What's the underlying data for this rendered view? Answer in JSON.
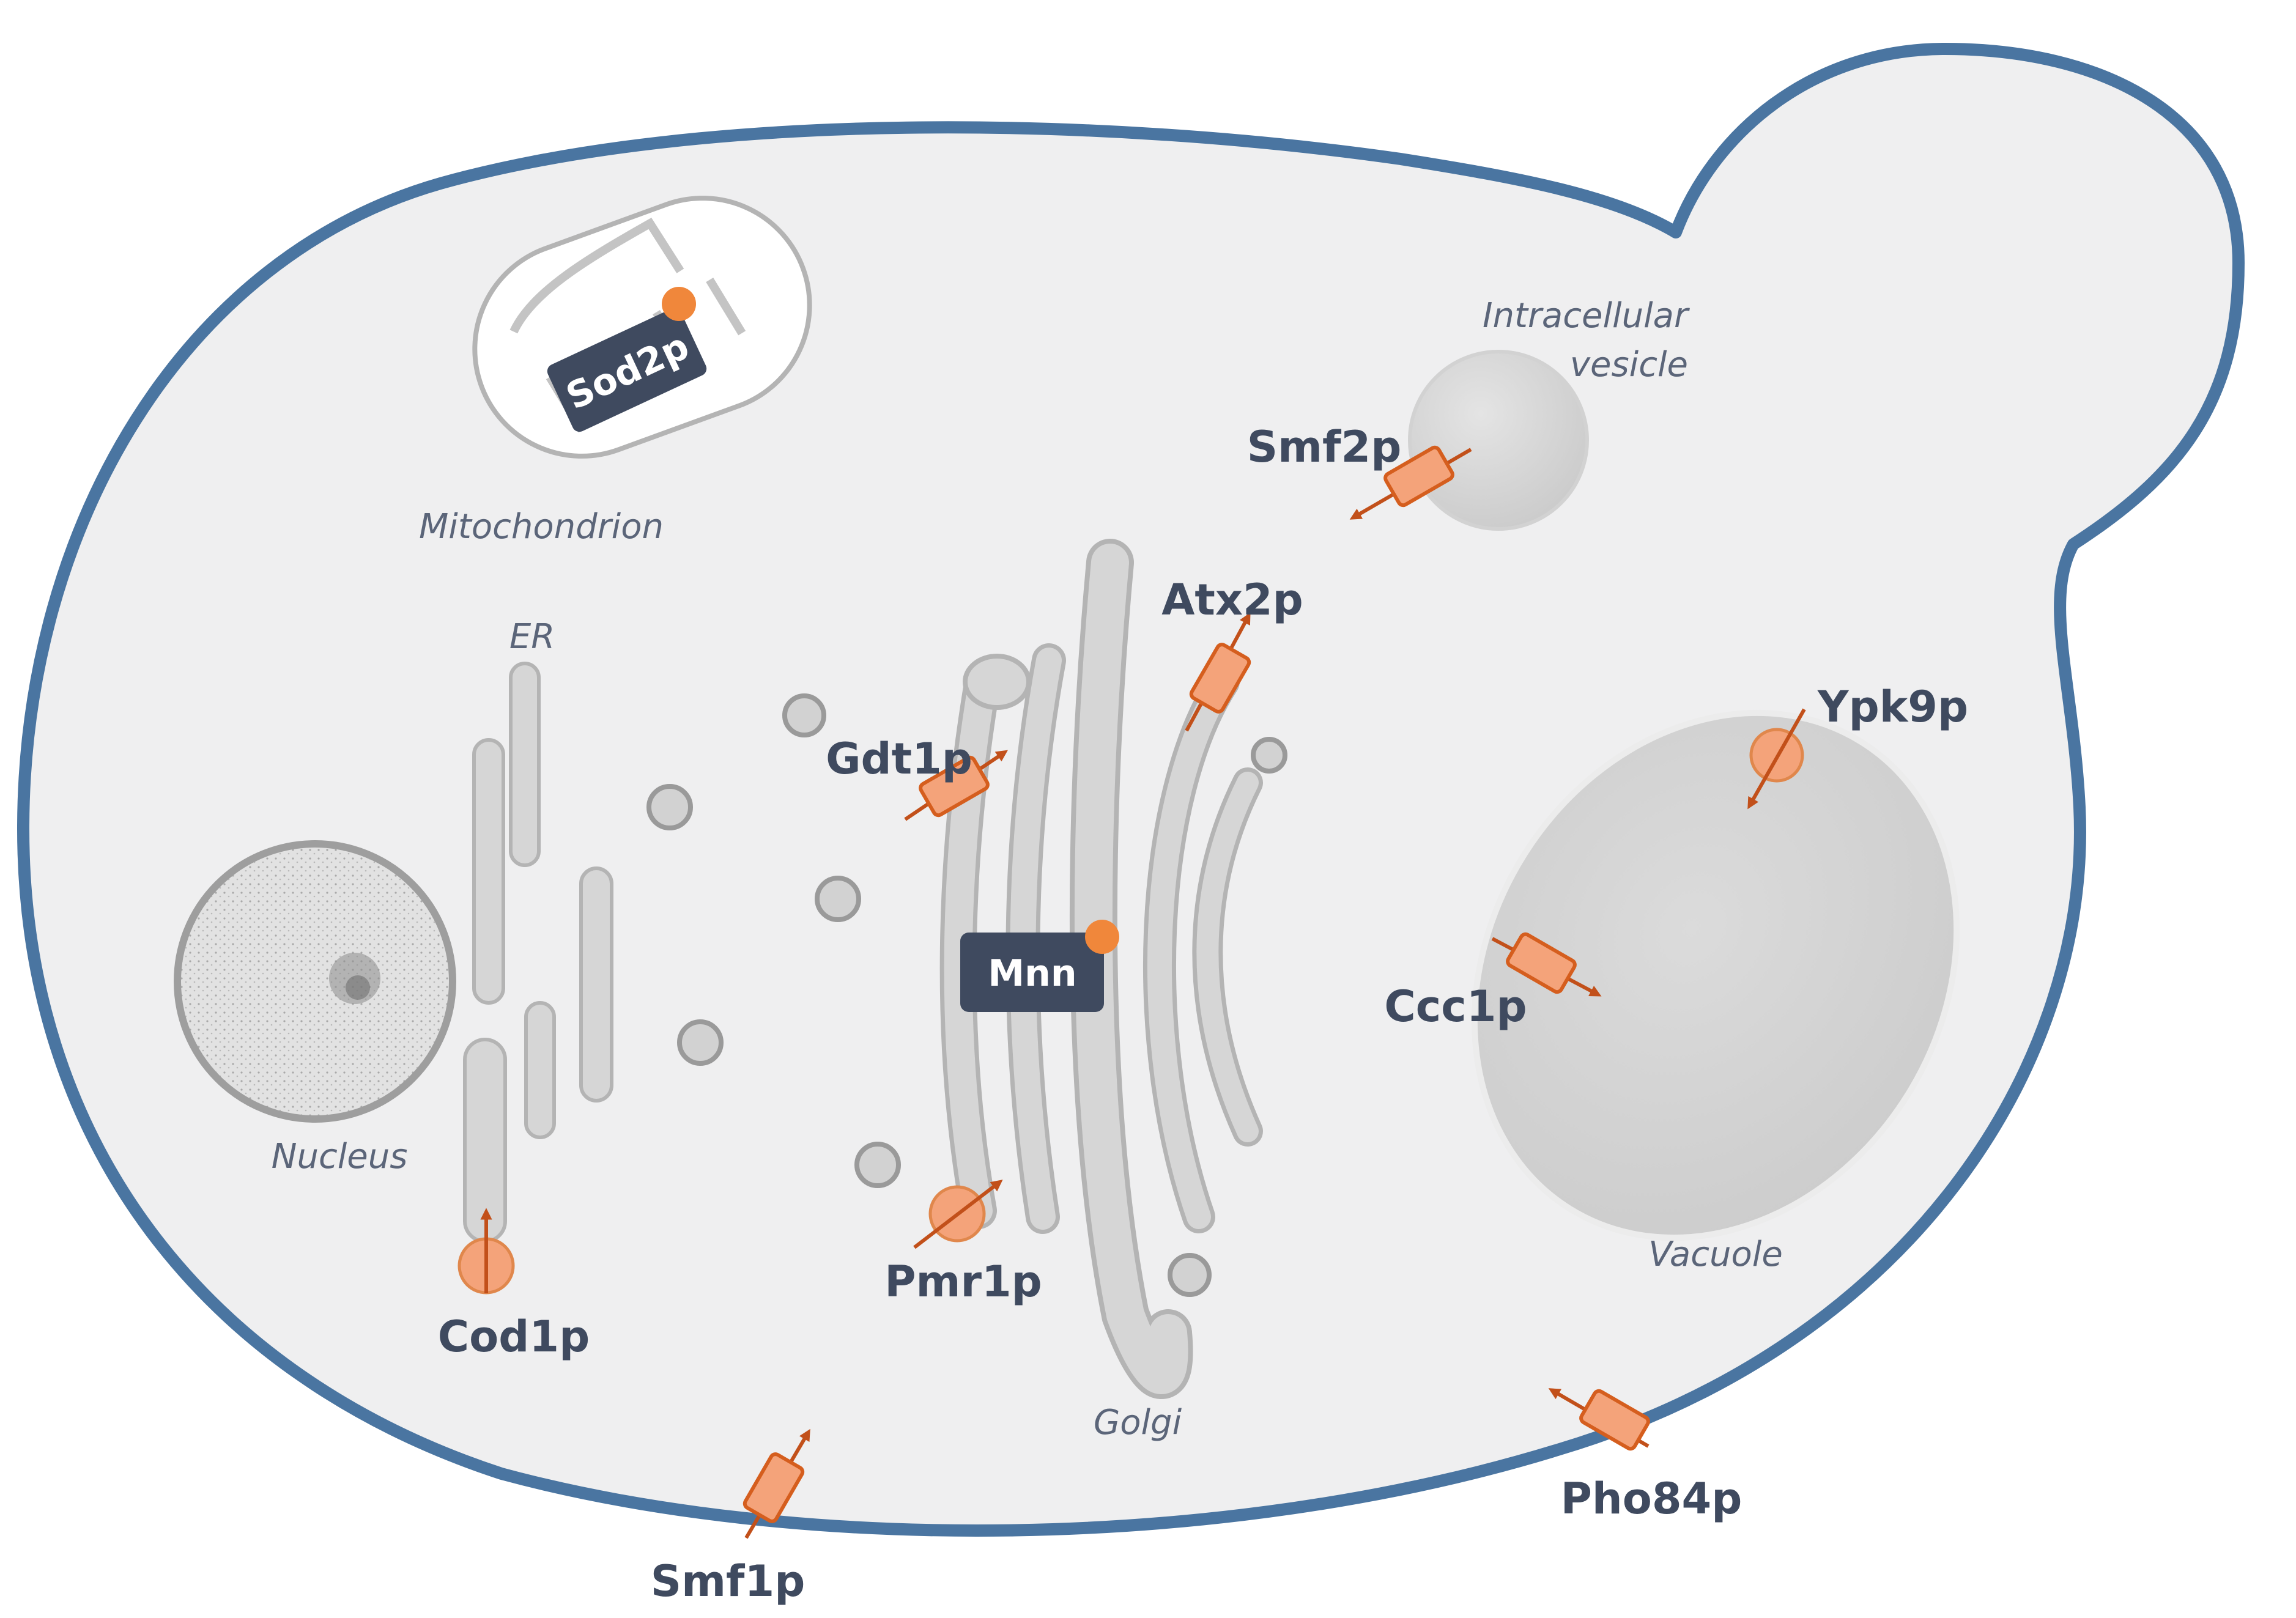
{
  "colors": {
    "membrane": "#4a75a1",
    "cytoplasm": "#efeff0",
    "organelle_fill": "#d6d6d6",
    "organelle_edge": "#b4b4b4",
    "transporter_fill": "#f4a37a",
    "transporter_edge": "#d55e1e",
    "arrow": "#c2501a",
    "badge_fill": "#3f4a5f",
    "protein_text": "#3f4a5f",
    "label_text": "#5b6579"
  },
  "organelles": {
    "mitochondrion": "Mitochondrion",
    "er": "ER",
    "nucleus": "Nucleus",
    "golgi": "Golgi",
    "vacuole": "Vacuole",
    "vesicle_line1": "Intracellular",
    "vesicle_line2": "vesicle"
  },
  "proteins": {
    "sod2p": "Sod2p",
    "smf2p": "Smf2p",
    "atx2p": "Atx2p",
    "gdt1p": "Gdt1p",
    "ypk9p": "Ypk9p",
    "mnn": "Mnn",
    "ccc1p": "Ccc1p",
    "pmr1p": "Pmr1p",
    "cod1p": "Cod1p",
    "smf1p": "Smf1p",
    "pho84p": "Pho84p"
  }
}
